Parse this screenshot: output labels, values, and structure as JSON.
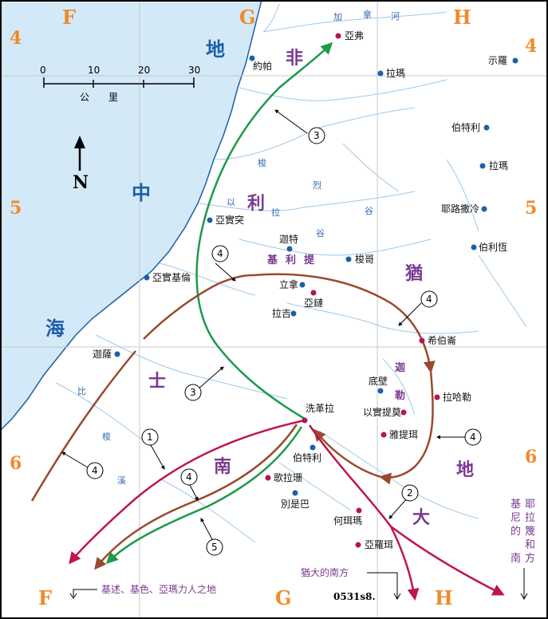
{
  "grid": {
    "letters_top": [
      "F",
      "G",
      "H"
    ],
    "letters_bottom": [
      "F",
      "G",
      "H"
    ],
    "numbers_left": [
      "4",
      "5",
      "6"
    ],
    "numbers_right": [
      "4",
      "5",
      "6"
    ]
  },
  "scale_bar": {
    "ticks": [
      "0",
      "10",
      "20",
      "30"
    ],
    "unit_label": "公　　里"
  },
  "compass": {
    "label": "N"
  },
  "sea": {
    "chars": [
      "地",
      "中",
      "海"
    ]
  },
  "regions": {
    "philistia_chars": [
      "非",
      "利",
      "士"
    ],
    "judah_chars": [
      "猶",
      "大",
      "地"
    ],
    "negev_chars": [
      "南",
      "地"
    ],
    "kerith_chars": [
      "基",
      "利",
      "提"
    ],
    "galilee_river_chars": [
      "加",
      "拿",
      "河"
    ],
    "besor_chars": [
      "比",
      "梭",
      "溪"
    ],
    "sorek_chars": [
      "梭",
      "烈",
      "谷"
    ],
    "elah_chars": [
      "以",
      "拉",
      "谷"
    ],
    "ezrachi_chars": [
      "迦",
      "勒"
    ]
  },
  "places": [
    {
      "id": "aphek",
      "name": "亞弗",
      "color": "#b5135a"
    },
    {
      "id": "joppa",
      "name": "約帕",
      "color": "#1d5fa8"
    },
    {
      "id": "rama-n",
      "name": "拉瑪",
      "color": "#1d5fa8"
    },
    {
      "id": "shiloh",
      "name": "示羅",
      "color": "#1d5fa8"
    },
    {
      "id": "bethel",
      "name": "伯特利",
      "color": "#1d5fa8"
    },
    {
      "id": "rama-e",
      "name": "拉瑪",
      "color": "#1d5fa8"
    },
    {
      "id": "jerusalem",
      "name": "耶路撒冷",
      "color": "#1d5fa8"
    },
    {
      "id": "bethlehem",
      "name": "伯利恆",
      "color": "#1d5fa8"
    },
    {
      "id": "azekah",
      "name": "亞實突",
      "color": "#1d5fa8"
    },
    {
      "id": "gath",
      "name": "迦特",
      "color": "#1d5fa8"
    },
    {
      "id": "soco",
      "name": "梭哥",
      "color": "#1d5fa8"
    },
    {
      "id": "ashkelon",
      "name": "亞實基倫",
      "color": "#1d5fa8"
    },
    {
      "id": "libnah",
      "name": "立拿",
      "color": "#1d5fa8"
    },
    {
      "id": "adullam",
      "name": "亞鏈",
      "color": "#b5135a"
    },
    {
      "id": "lachish",
      "name": "拉吉",
      "color": "#1d5fa8"
    },
    {
      "id": "hebron",
      "name": "希伯崙",
      "color": "#b5135a"
    },
    {
      "id": "gaza",
      "name": "迦薩",
      "color": "#1d5fa8"
    },
    {
      "id": "debir",
      "name": "底壁",
      "color": "#1d5fa8"
    },
    {
      "id": "carmel",
      "name": "拉哈勒",
      "color": "#b5135a"
    },
    {
      "id": "ziklag",
      "name": "洗革拉",
      "color": "#b5135a"
    },
    {
      "id": "eshtemoa",
      "name": "以實提莫",
      "color": "#b5135a"
    },
    {
      "id": "jattir",
      "name": "雅提珥",
      "color": "#b5135a"
    },
    {
      "id": "bethel-s",
      "name": "伯特利",
      "color": "#1d5fa8"
    },
    {
      "id": "gerar",
      "name": "歌拉珊",
      "color": "#b5135a"
    },
    {
      "id": "beersheba",
      "name": "別是巴",
      "color": "#1d5fa8"
    },
    {
      "id": "hormah",
      "name": "何珥瑪",
      "color": "#b5135a"
    },
    {
      "id": "aroer",
      "name": "亞羅珥",
      "color": "#b5135a"
    }
  ],
  "route_markers": [
    "1",
    "2",
    "3",
    "4",
    "4",
    "4",
    "4",
    "4",
    "5",
    "3"
  ],
  "bottom_notes": {
    "southwest": "基述、基色、亞瑪力人之地",
    "judah_south": "猶大的南方",
    "kenite_chars": [
      "耶",
      "拉",
      "篾",
      "和",
      "基",
      "尼",
      "的",
      "南",
      "方"
    ]
  },
  "code": "0531s8.",
  "colors": {
    "sea": "#d4e9f7",
    "coast": "#1d5fa8",
    "grid": "#c8c8c8",
    "route_green": "#1d9a4a",
    "route_brown": "#9a4a2e",
    "route_red": "#c0154f",
    "place_blue": "#1d5fa8",
    "place_red": "#b5135a",
    "grid_label": "#f08a2c",
    "region": "#7a3a8f"
  },
  "icons": {
    "compass": "north-arrow-icon",
    "place_dot": "town-dot-icon",
    "marker": "numbered-circle-icon"
  }
}
